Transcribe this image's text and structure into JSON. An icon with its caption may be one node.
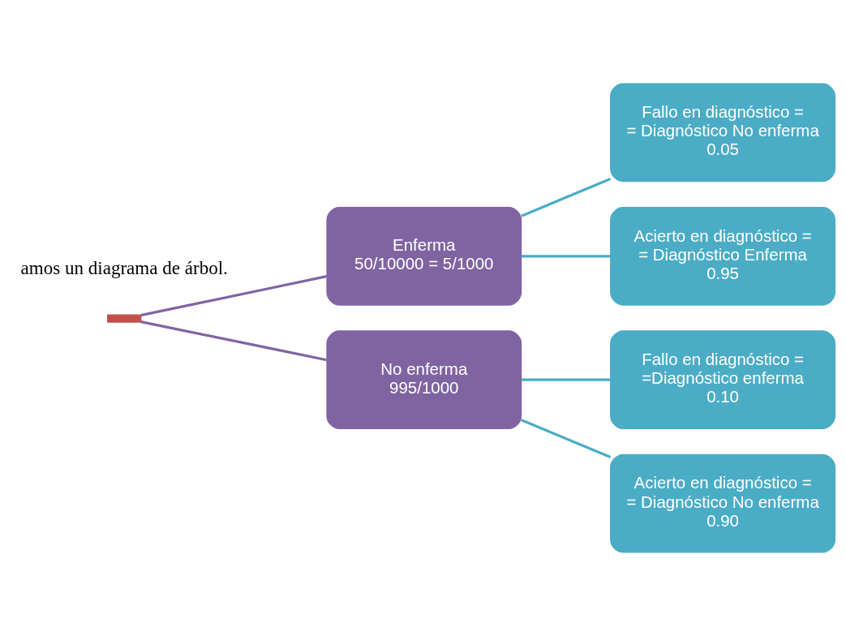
{
  "diagram": {
    "nodes": [
      {
        "text": [],
        "shape": "bar"
      },
      {
        "text": [
          "Enferma",
          "50/10000 = 5/1000"
        ]
      },
      {
        "text": [
          "No enferma",
          "995/1000"
        ]
      },
      {
        "text": [
          "Fallo en diagnóstico =",
          "= Diagnóstico No enferma",
          "0.05"
        ]
      },
      {
        "text": [
          "Acierto en diagnóstico =",
          "= Diagnóstico Enferma",
          "0.95"
        ]
      },
      {
        "text": [
          "Fallo en diagnóstico =",
          "=Diagnóstico enferma",
          "0.10"
        ]
      },
      {
        "text": [
          "Acierto en diagnóstico =",
          "= Diagnóstico No enferma",
          "0.90"
        ]
      }
    ],
    "edges": [
      {
        "from": 0,
        "to": 1,
        "arrow": "none",
        "color": "#8064a2"
      },
      {
        "from": 0,
        "to": 2,
        "arrow": "none",
        "color": "#8064a2"
      },
      {
        "from": 1,
        "to": 3,
        "arrow": "none"
      },
      {
        "from": 1,
        "to": 4,
        "arrow": "none"
      },
      {
        "from": 2,
        "to": 5,
        "arrow": "none"
      },
      {
        "from": 2,
        "to": 6,
        "arrow": "none"
      }
    ],
    "labels": [
      "amos un diagrama de árbol."
    ]
  }
}
